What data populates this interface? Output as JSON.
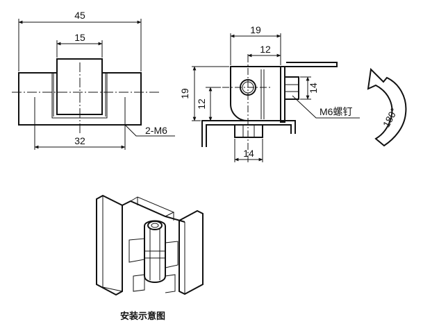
{
  "front_view": {
    "overall_width": "45",
    "slot_width": "15",
    "hole_spacing": "32",
    "hole_callout": "2-M6"
  },
  "side_view": {
    "top_width": "19",
    "pin_offset": "12",
    "height": "19",
    "pin_height": "12",
    "bolt_height": "14",
    "base_width": "14",
    "screw_callout": "M6螺钉"
  },
  "rotation": {
    "angle_label": "180°"
  },
  "installation": {
    "caption": "安装示意图"
  }
}
